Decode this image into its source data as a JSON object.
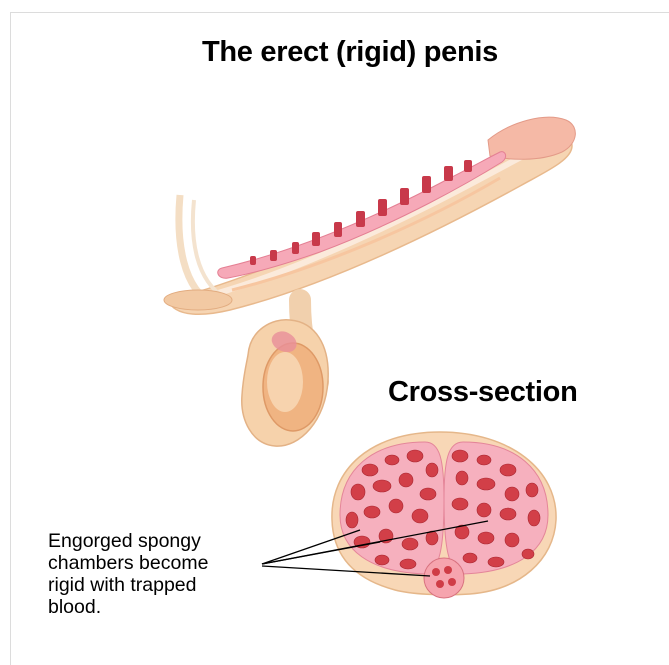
{
  "title": "The erect (rigid) penis",
  "cross_section": {
    "label": "Cross-section"
  },
  "annotation": {
    "lines": [
      "Engorged spongy",
      "chambers become",
      "rigid with trapped",
      "blood."
    ]
  },
  "colors": {
    "skin_outer": "#f3d2ad",
    "skin_inner": "#fbe7d2",
    "tissue_pink": "#f5a6b4",
    "blood_red": "#d8464d",
    "tissue_light": "#fbd2d8"
  }
}
